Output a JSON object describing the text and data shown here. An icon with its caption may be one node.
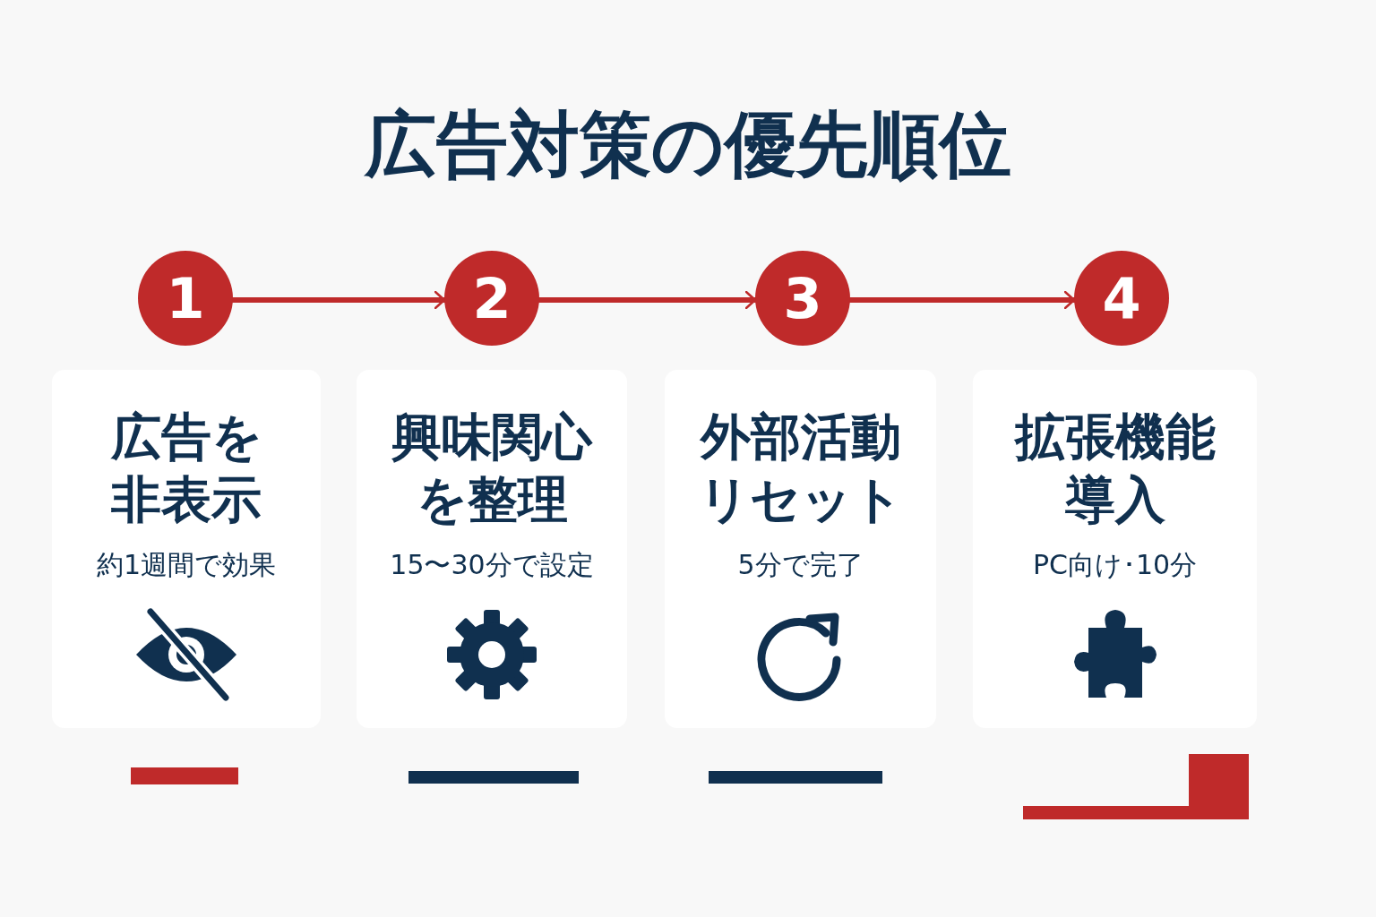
{
  "diagram": {
    "title": "広告対策の優先順位",
    "nodes": [
      {
        "text": [
          "1"
        ]
      },
      {
        "text": [
          "2"
        ]
      },
      {
        "text": [
          "3"
        ]
      },
      {
        "text": [
          "4"
        ]
      },
      {
        "text": [
          "広告を非表示",
          "約1週間で効果"
        ]
      },
      {
        "text": [
          "興味関心を整理",
          "15〜30分で設定"
        ]
      },
      {
        "text": [
          "外部活動リセット",
          "5分で完了"
        ]
      },
      {
        "text": [
          "拡張機能導入",
          "PC向け･10分"
        ]
      },
      {
        "text": [],
        "shape": "bar"
      },
      {
        "text": [],
        "shape": "bar"
      },
      {
        "text": [],
        "shape": "bar"
      },
      {
        "text": [],
        "shape": "bar"
      }
    ],
    "edges": [
      {
        "from": 0,
        "to": 1,
        "arrow": "to"
      },
      {
        "from": 1,
        "to": 2,
        "arrow": "to"
      },
      {
        "from": 2,
        "to": 3,
        "arrow": "to"
      }
    ]
  }
}
